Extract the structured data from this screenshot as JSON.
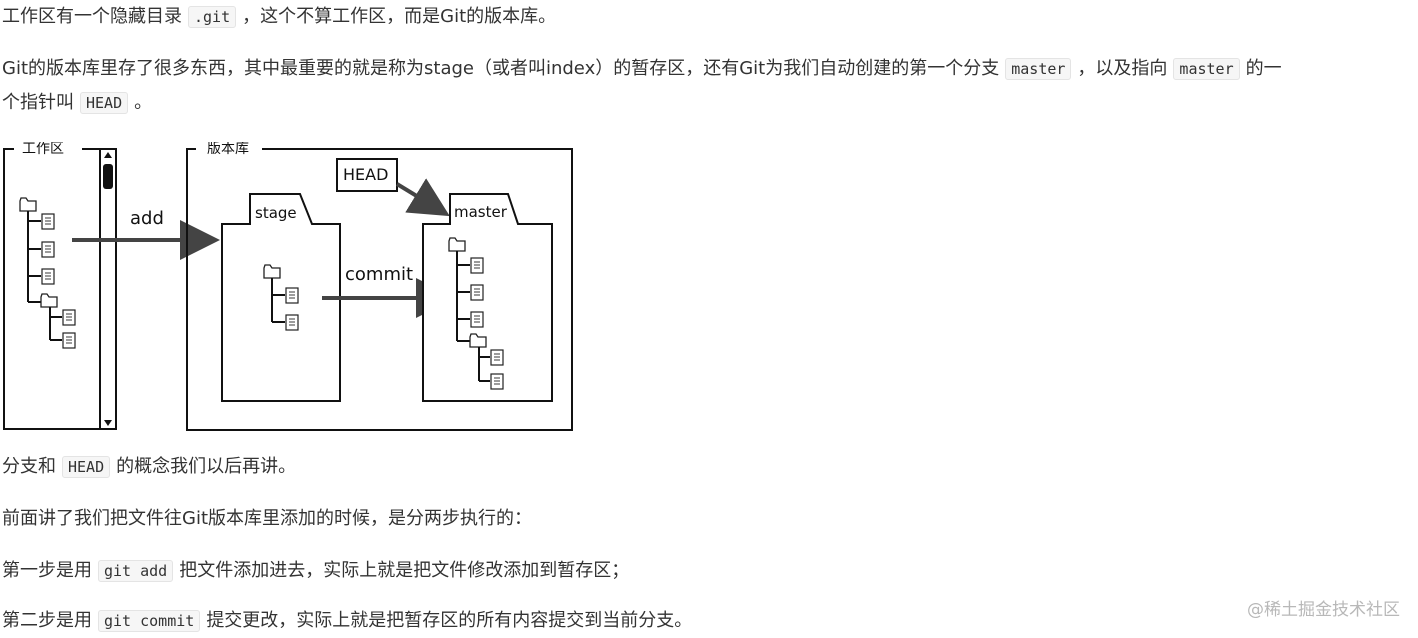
{
  "paragraphs": {
    "p1": {
      "a": "工作区有一个隐藏目录",
      "code1": ".git",
      "b": "，这个不算工作区，而是Git的版本库。"
    },
    "p2": {
      "a": "Git的版本库里存了很多东西，其中最重要的就是称为stage（或者叫index）的暂存区，还有Git为我们自动创建的第一个分支",
      "code1": "master",
      "b": "，以及指向",
      "code2": "master",
      "c": "的一"
    },
    "p2b": {
      "a": "个指针叫",
      "code1": "HEAD",
      "b": "。"
    },
    "p3": {
      "a": "分支和",
      "code1": "HEAD",
      "b": "的概念我们以后再讲。"
    },
    "p4": {
      "a": "前面讲了我们把文件往Git版本库里添加的时候，是分两步执行的："
    },
    "p5": {
      "a": "第一步是用",
      "code1": "git add",
      "b": "把文件添加进去，实际上就是把文件修改添加到暂存区；"
    },
    "p6": {
      "a": "第二步是用",
      "code1": "git commit",
      "b": "提交更改，实际上就是把暂存区的所有内容提交到当前分支。"
    }
  },
  "figure": {
    "workspace_label": "工作区",
    "repo_label": "版本库",
    "add_label": "add",
    "commit_label": "commit",
    "stage_label": "stage",
    "master_label": "master",
    "head_label": "HEAD"
  },
  "watermark": "@稀土掘金技术社区"
}
